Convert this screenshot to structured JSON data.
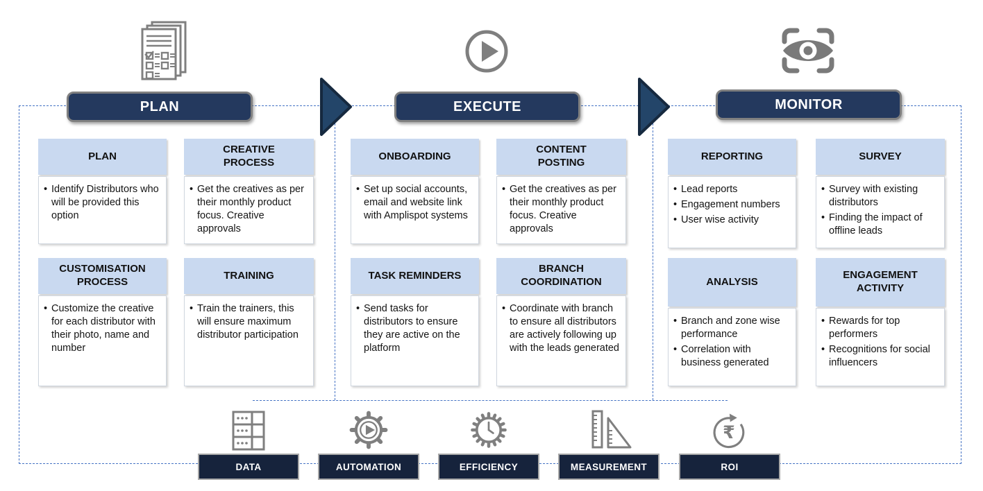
{
  "colors": {
    "phase_pill_navy": "#24395E",
    "footer_box_navy": "#16233C",
    "card_header_blue": "#C9D9F0",
    "icon_gray": "#7F7F7F",
    "dashed_line_blue": "#4472C4"
  },
  "phases": [
    {
      "label": "PLAN",
      "icon": "checklist-pages-icon"
    },
    {
      "label": "EXECUTE",
      "icon": "play-circle-icon"
    },
    {
      "label": "MONITOR",
      "icon": "eye-scan-icon"
    }
  ],
  "sections": [
    {
      "name": "PLAN",
      "cards": [
        {
          "title": "PLAN",
          "bullets": [
            "Identify Distributors who will be provided this option"
          ]
        },
        {
          "title": "CREATIVE PROCESS",
          "bullets": [
            "Get the creatives as per their monthly product focus. Creative approvals"
          ]
        },
        {
          "title": "CUSTOMISATION PROCESS",
          "bullets": [
            "Customize the creative for each distributor with their photo, name and number"
          ]
        },
        {
          "title": "TRAINING",
          "bullets": [
            "Train the trainers, this will ensure maximum distributor participation"
          ]
        }
      ]
    },
    {
      "name": "EXECUTE",
      "cards": [
        {
          "title": "ONBOARDING",
          "bullets": [
            "Set up social accounts, email and website link with Amplispot systems"
          ]
        },
        {
          "title": "CONTENT POSTING",
          "bullets": [
            "Get the creatives as per their monthly product focus. Creative approvals"
          ]
        },
        {
          "title": "TASK REMINDERS",
          "bullets": [
            "Send tasks for distributors to ensure they are active on the platform"
          ]
        },
        {
          "title": "BRANCH COORDINATION",
          "bullets": [
            "Coordinate with branch to ensure all distributors are actively following up with the leads generated"
          ]
        }
      ]
    },
    {
      "name": "MONITOR",
      "cards": [
        {
          "title": "REPORTING",
          "bullets": [
            "Lead reports",
            "Engagement numbers",
            "User wise activity"
          ]
        },
        {
          "title": "SURVEY",
          "bullets": [
            "Survey with existing distributors",
            "Finding the impact of offline leads"
          ]
        },
        {
          "title": "ANALYSIS",
          "bullets": [
            "Branch and zone wise performance",
            "Correlation with business generated"
          ]
        },
        {
          "title": "ENGAGEMENT ACTIVITY",
          "bullets": [
            "Rewards for top performers",
            "Recognitions for social influencers"
          ]
        }
      ]
    }
  ],
  "footer": {
    "items": [
      {
        "label": "DATA",
        "icon": "table-data-icon"
      },
      {
        "label": "AUTOMATION",
        "icon": "gear-play-icon"
      },
      {
        "label": "EFFICIENCY",
        "icon": "clock-badge-icon"
      },
      {
        "label": "MEASUREMENT",
        "icon": "ruler-set-square-icon"
      },
      {
        "label": "ROI",
        "icon": "rupee-cycle-icon"
      }
    ]
  }
}
